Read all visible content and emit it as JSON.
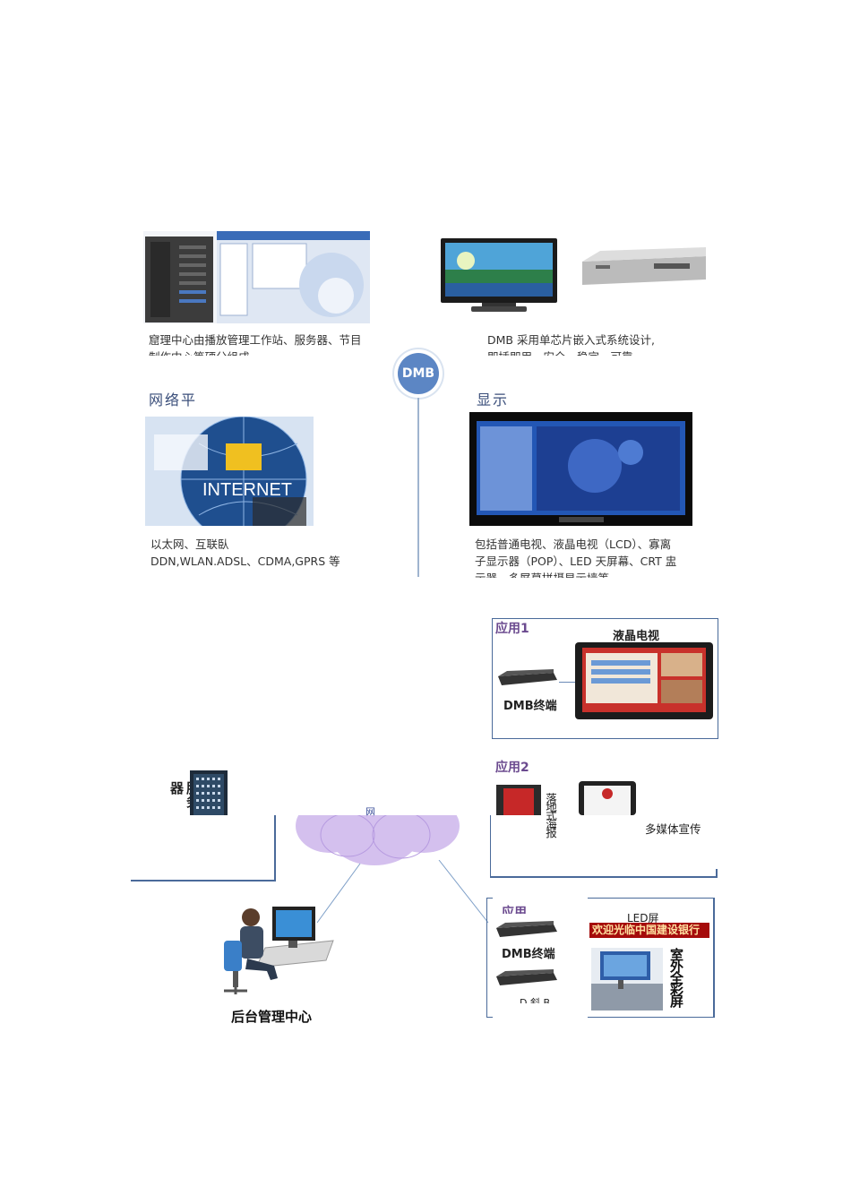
{
  "top": {
    "left_caption_l1": "窟理中心由播放管理工作站、服务器、节目",
    "left_caption_l2": "制作中心等硬分组成",
    "right_caption_l1": "DMB 采用单芯片嵌入式系统设计,",
    "right_caption_l2": "即插即用、安全、稳定、可靠",
    "dmb_badge": "DMB",
    "network_heading": "网络平",
    "display_heading": "显示",
    "network_image_text": "INTERNET",
    "network_caption_l1": "以太网、互联臥",
    "network_caption_l2": "DDN,WLAN.ADSL、CDMA,GPRS 等",
    "display_caption_l1": "包括普通电视、液晶电视（LCD）、寡离",
    "display_caption_l2": "子显示器（POP）、LED 天屏幕、CRT 盅",
    "display_caption_l3": "示器、多屏幕拼摂显示墙等"
  },
  "diagram": {
    "app1_title": "应用1",
    "app1_screen": "液晶电视",
    "app1_terminal": "DMB终端",
    "app2_title": "应用2",
    "app2_poster": "落地式海报",
    "app2_media": "多媒体宣传",
    "app3_title": "应用",
    "app3_terminal": "DMB终端",
    "app3_terminal2": "D 斜 B",
    "app3_led": "LED屏",
    "app3_banner": "欢迎光临中国建设银行",
    "app3_outdoor": "室外全彩屏",
    "server_label": "服务器",
    "cloud_label": "网",
    "backend_label": "后台管理中心"
  }
}
